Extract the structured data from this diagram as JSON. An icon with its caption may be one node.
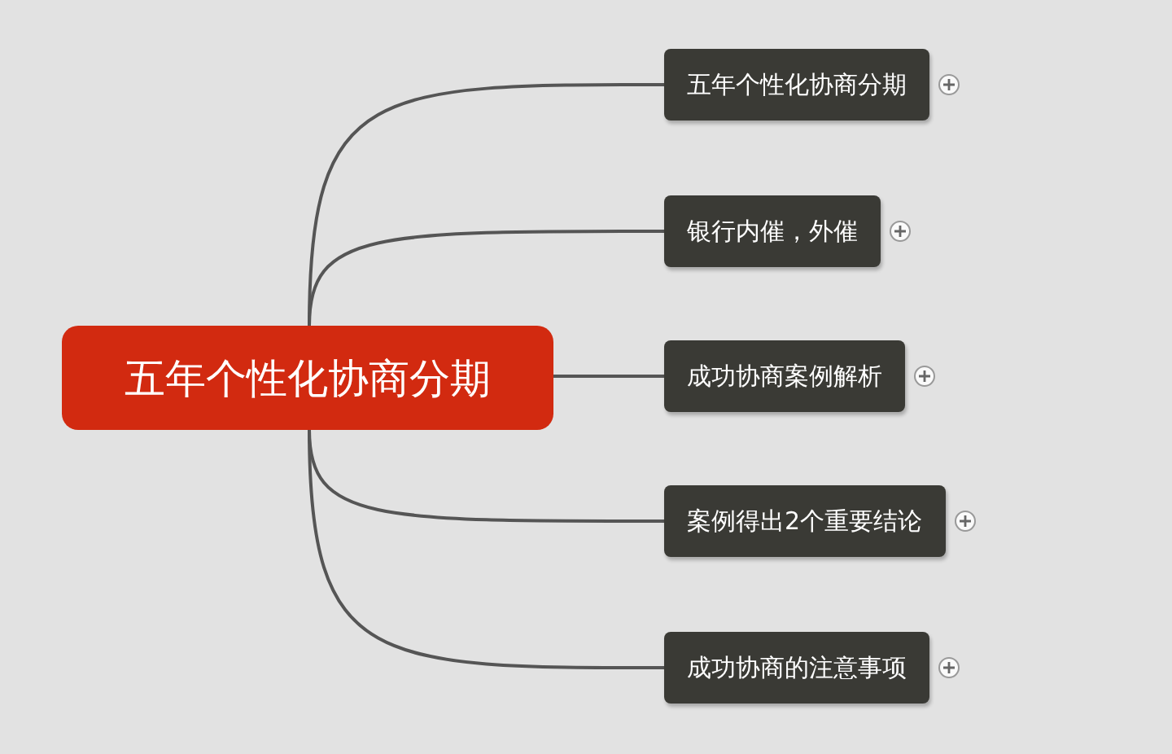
{
  "diagram": {
    "nodes": [
      {
        "text": [
          "五年个性化协商分期"
        ]
      },
      {
        "text": [
          "五年个性化协商分期"
        ]
      },
      {
        "text": [
          "银行内催，外催"
        ]
      },
      {
        "text": [
          "成功协商案例解析"
        ]
      },
      {
        "text": [
          "案例得出2个重要结论"
        ]
      },
      {
        "text": [
          "成功协商的注意事项"
        ]
      }
    ],
    "edges": [
      {
        "from": 0,
        "to": 1,
        "arrow": "none"
      },
      {
        "from": 0,
        "to": 2,
        "arrow": "none"
      },
      {
        "from": 0,
        "to": 3,
        "arrow": "none"
      },
      {
        "from": 0,
        "to": 4,
        "arrow": "none"
      },
      {
        "from": 0,
        "to": 5,
        "arrow": "none"
      }
    ]
  }
}
